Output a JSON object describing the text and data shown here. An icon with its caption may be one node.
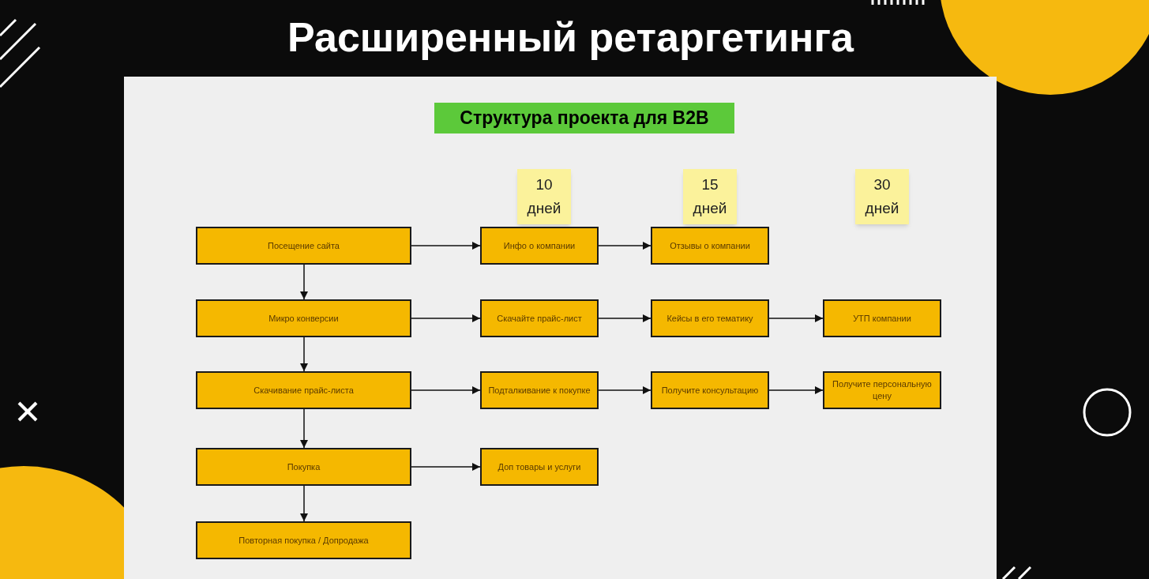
{
  "diagram": {
    "title": "Расширенный ретаргетинга",
    "nodes": [
      {
        "text": [
          "10 дней"
        ]
      },
      {
        "text": [
          "15 дней"
        ]
      },
      {
        "text": [
          "30 дней"
        ]
      },
      {
        "text": [
          "Посещение сайта"
        ]
      },
      {
        "text": [
          "Инфо о компании"
        ]
      },
      {
        "text": [
          "Отзывы о компании"
        ]
      },
      {
        "text": [
          "Микро конверсии"
        ]
      },
      {
        "text": [
          "Скачайте прайс-лист"
        ]
      },
      {
        "text": [
          "Кейсы в его тематику"
        ]
      },
      {
        "text": [
          "УТП компании"
        ]
      },
      {
        "text": [
          "Скачивание прайс-листа"
        ]
      },
      {
        "text": [
          "Подталкивание к покупке"
        ]
      },
      {
        "text": [
          "Получите консультацию"
        ]
      },
      {
        "text": [
          "Получите персональную цену"
        ]
      },
      {
        "text": [
          "Покупка"
        ]
      },
      {
        "text": [
          "Доп товары и услуги"
        ]
      },
      {
        "text": [
          "Повторная покупка / Допродажа"
        ]
      }
    ],
    "edges": [
      {
        "from": 3,
        "to": 4,
        "arrow": "to"
      },
      {
        "from": 4,
        "to": 5,
        "arrow": "to"
      },
      {
        "from": 6,
        "to": 7,
        "arrow": "to"
      },
      {
        "from": 7,
        "to": 8,
        "arrow": "to"
      },
      {
        "from": 8,
        "to": 9,
        "arrow": "to"
      },
      {
        "from": 10,
        "to": 11,
        "arrow": "to"
      },
      {
        "from": 11,
        "to": 12,
        "arrow": "to"
      },
      {
        "from": 12,
        "to": 13,
        "arrow": "to"
      },
      {
        "from": 14,
        "to": 15,
        "arrow": "to"
      },
      {
        "from": 3,
        "to": 6,
        "arrow": "to"
      },
      {
        "from": 6,
        "to": 10,
        "arrow": "to"
      },
      {
        "from": 10,
        "to": 14,
        "arrow": "to"
      },
      {
        "from": 14,
        "to": 16,
        "arrow": "to"
      }
    ],
    "labels": [
      "Структура проекта для B2B"
    ]
  }
}
